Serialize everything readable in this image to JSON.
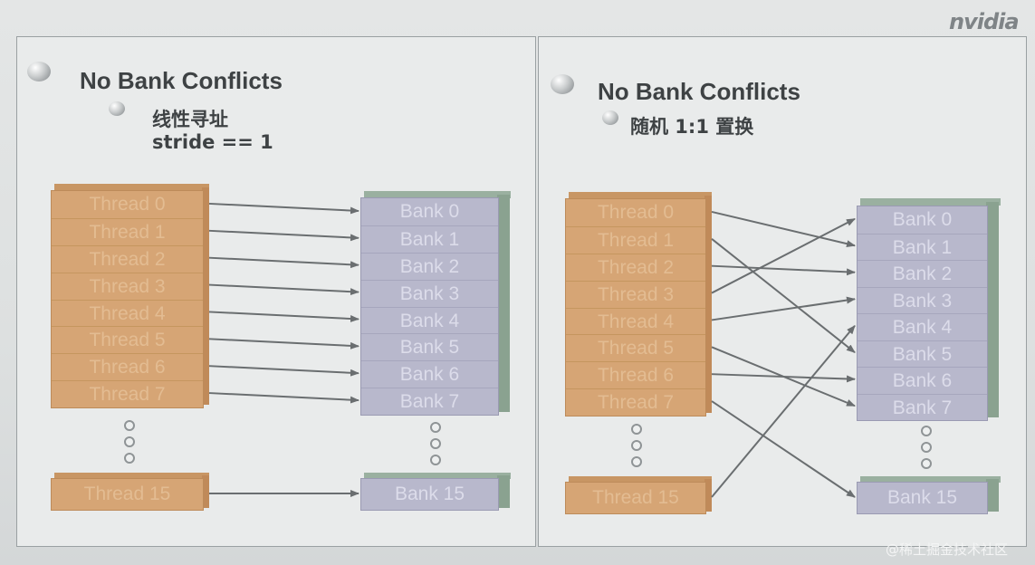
{
  "logo_text": "nvidia",
  "left": {
    "heading": "No Bank Conflicts",
    "sub_line1": "线性寻址",
    "sub_line2": "stride == 1",
    "threads": [
      "Thread 0",
      "Thread 1",
      "Thread 2",
      "Thread 3",
      "Thread 4",
      "Thread 5",
      "Thread 6",
      "Thread 7"
    ],
    "thread_last": "Thread 15",
    "banks": [
      "Bank 0",
      "Bank 1",
      "Bank 2",
      "Bank 3",
      "Bank 4",
      "Bank 5",
      "Bank 6",
      "Bank 7"
    ],
    "bank_last": "Bank 15",
    "mapping": [
      0,
      1,
      2,
      3,
      4,
      5,
      6,
      7
    ],
    "mapping_last": 15
  },
  "right": {
    "heading": "No Bank Conflicts",
    "sub_line1": "随机 1:1 置换",
    "threads": [
      "Thread 0",
      "Thread 1",
      "Thread 2",
      "Thread 3",
      "Thread 4",
      "Thread 5",
      "Thread 6",
      "Thread 7"
    ],
    "thread_last": "Thread 15",
    "banks": [
      "Bank 0",
      "Bank 1",
      "Bank 2",
      "Bank 3",
      "Bank 4",
      "Bank 5",
      "Bank 6",
      "Bank 7"
    ],
    "bank_last": "Bank 15",
    "mapping": [
      1,
      5,
      2,
      0,
      3,
      7,
      6,
      15
    ],
    "mapping_last": 4
  },
  "watermark": "@稀土掘金技术社区",
  "colors": {
    "thread_fill": "#d6a575",
    "bank_fill": "#b8b8cc",
    "arrow": "#6a6e70"
  }
}
